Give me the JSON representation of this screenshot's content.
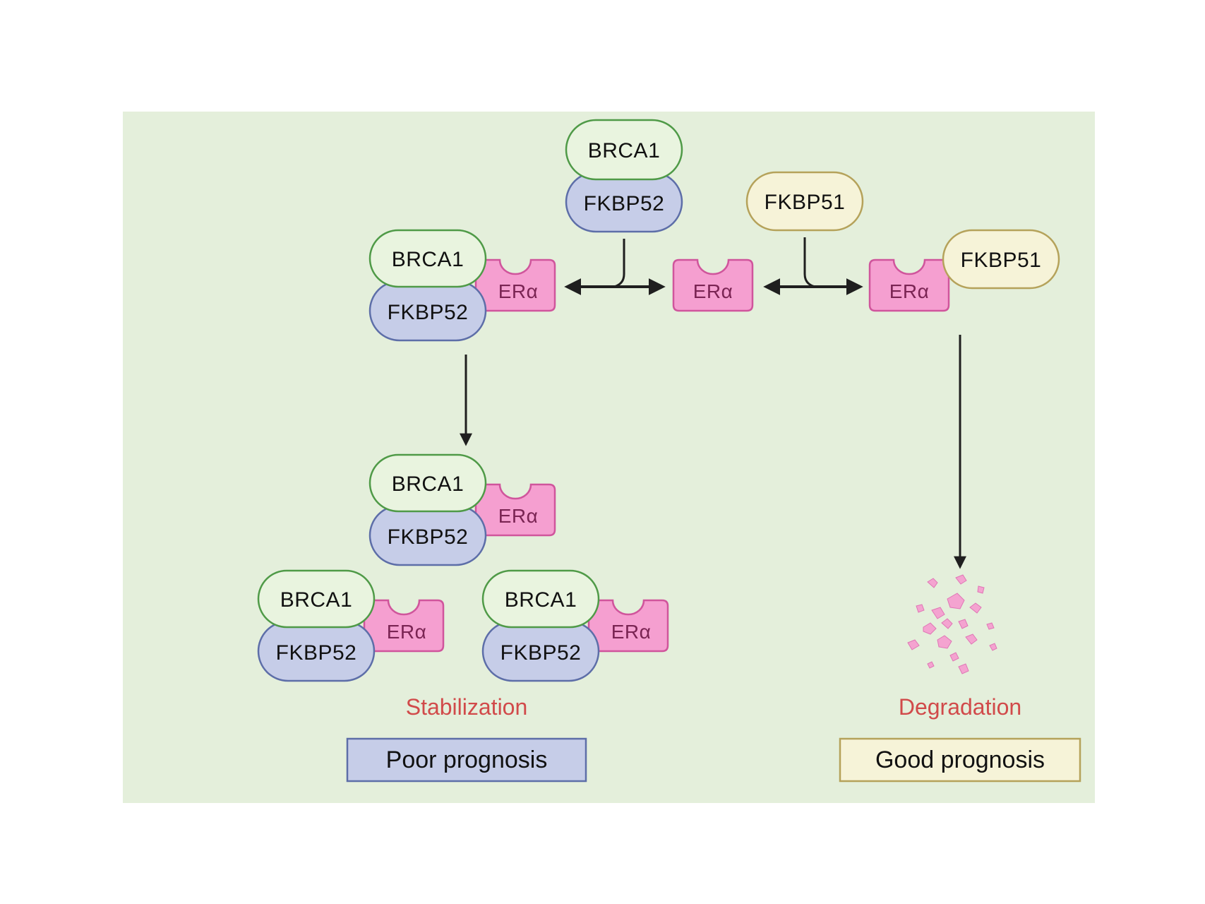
{
  "colors": {
    "panel_bg": "#e4efdb",
    "brca1_fill": "#e9f4df",
    "brca1_stroke": "#4f9a47",
    "fkbp52_fill": "#c6cde8",
    "fkbp52_stroke": "#5d6ea8",
    "fkbp51_fill": "#f6f3d8",
    "fkbp51_stroke": "#b5a25a",
    "era_fill": "#f59fd0",
    "era_stroke": "#d0559c",
    "era_text": "#7a2453",
    "outcome_text": "#d14a4a",
    "poor_box_fill": "#c6cde8",
    "poor_box_stroke": "#5d6ea8",
    "good_box_fill": "#f6f3d8",
    "good_box_stroke": "#b5a25a",
    "arrow": "#1f1f1f"
  },
  "proteins": {
    "brca1": "BRCA1",
    "fkbp52": "FKBP52",
    "fkbp51": "FKBP51",
    "era": "ERα"
  },
  "outcomes": {
    "left_label": "Stabilization",
    "right_label": "Degradation",
    "left_box": "Poor prognosis",
    "right_box": "Good prognosis"
  },
  "icons": {
    "degraded_fragments": "fragments-icon"
  }
}
